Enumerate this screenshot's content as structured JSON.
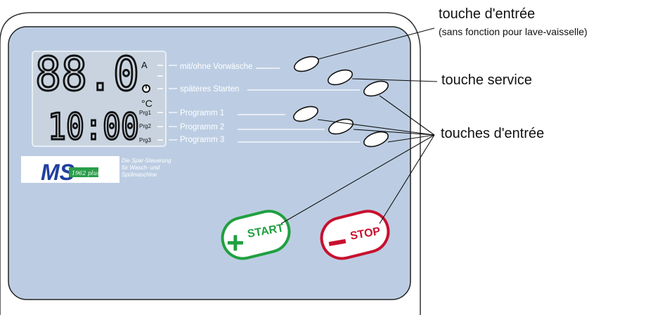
{
  "display": {
    "top_digits": "88.0",
    "bottom_digits": "10:00",
    "label_a": "A",
    "label_c": "°C",
    "prg1": "Prg1",
    "prg2": "Prg2",
    "prg3": "Prg3"
  },
  "panel_labels": {
    "prewash": "mit/ohne Vorwäsche",
    "delayed_start": "späteres Starten",
    "program1": "Programm 1",
    "program2": "Programm 2",
    "program3": "Programm 3"
  },
  "logo": {
    "brand": "MS",
    "badge": "1962 plus",
    "tagline_1": "Die Spar-Steuerung",
    "tagline_2": "für Wasch- und",
    "tagline_3": "Spülmaschine"
  },
  "buttons": {
    "start_label": "START",
    "start_symbol": "+",
    "stop_label": "STOP",
    "stop_symbol": "–"
  },
  "annotations": {
    "input_key_title": "touche d'entrée",
    "input_key_note": "(sans fonction pour lave-vaisselle)",
    "service_key": "touche service",
    "input_keys": "touches d'entrée"
  },
  "colors": {
    "panel_fill": "#bccde3",
    "start_green": "#20a040",
    "stop_red": "#c8102e"
  }
}
